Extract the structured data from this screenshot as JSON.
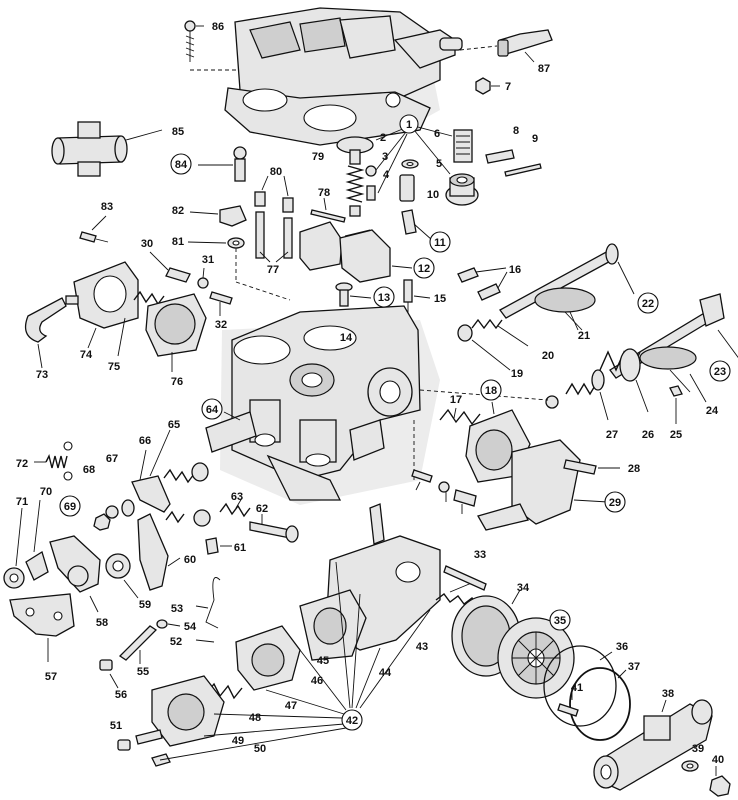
{
  "labels": {
    "n1": "1",
    "n2": "2",
    "n3": "3",
    "n4": "4",
    "n5": "5",
    "n6": "6",
    "n7": "7",
    "n8": "8",
    "n9": "9",
    "n10": "10",
    "n11": "11",
    "n12": "12",
    "n13": "13",
    "n14": "14",
    "n15": "15",
    "n16": "16",
    "n17": "17",
    "n18": "18",
    "n19": "19",
    "n20": "20",
    "n21": "21",
    "n22": "22",
    "n23": "23",
    "n24": "24",
    "n25": "25",
    "n26": "26",
    "n27": "27",
    "n28": "28",
    "n29": "29",
    "n30": "30",
    "n31": "31",
    "n32": "32",
    "n33": "33",
    "n34": "34",
    "n35": "35",
    "n36": "36",
    "n37": "37",
    "n38": "38",
    "n39": "39",
    "n40": "40",
    "n41": "41",
    "n42": "42",
    "n43": "43",
    "n44": "44",
    "n45": "45",
    "n46": "46",
    "n47": "47",
    "n48": "48",
    "n49": "49",
    "n50": "50",
    "n51": "51",
    "n52": "52",
    "n53": "53",
    "n54": "54",
    "n55": "55",
    "n56": "56",
    "n57": "57",
    "n58": "58",
    "n59": "59",
    "n60": "60",
    "n61": "61",
    "n62": "62",
    "n63": "63",
    "n64": "64",
    "n65": "65",
    "n66": "66",
    "n67": "67",
    "n68": "68",
    "n69": "69",
    "n70": "70",
    "n71": "71",
    "n72": "72",
    "n73": "73",
    "n74": "74",
    "n75": "75",
    "n76": "76",
    "n77": "77",
    "n78": "78",
    "n79": "79",
    "n80": "80",
    "n81": "81",
    "n82": "82",
    "n83": "83",
    "n84": "84",
    "n85": "85",
    "n86": "86",
    "n87": "87"
  }
}
